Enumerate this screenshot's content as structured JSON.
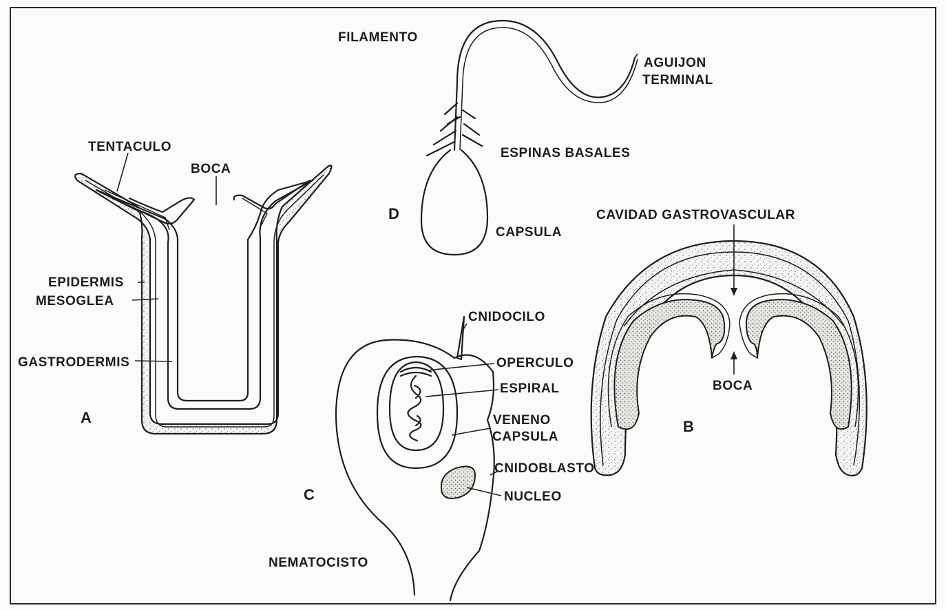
{
  "labels": {
    "filamento": "FILAMENTO",
    "aguijon": "AGUIJON",
    "terminal": "TERMINAL",
    "espinas_basales": "ESPINAS BASALES",
    "d": "D",
    "capsula_d": "CAPSULA",
    "tentaculo": "TENTACULO",
    "boca_a": "BOCA",
    "epidermis": "EPIDERMIS",
    "mesoglea": "MESOGLEA",
    "gastrodermis": "GASTRODERMIS",
    "a": "A",
    "cavidad": "CAVIDAD GASTROVASCULAR",
    "boca_b": "BOCA",
    "b": "B",
    "cnidocilo": "CNIDOCILO",
    "operculo": "OPERCULO",
    "espiral": "ESPIRAL",
    "veneno": "VENENO",
    "capsula_c": "CAPSULA",
    "cnidoblasto": "CNIDOBLASTO",
    "nucleo": "NUCLEO",
    "c": "C",
    "nematocisto": "NEMATOCISTO"
  },
  "colors": {
    "ink": "#1e1e1e",
    "paper": "#fbfbfa",
    "stipple": "#8a8a8a"
  }
}
